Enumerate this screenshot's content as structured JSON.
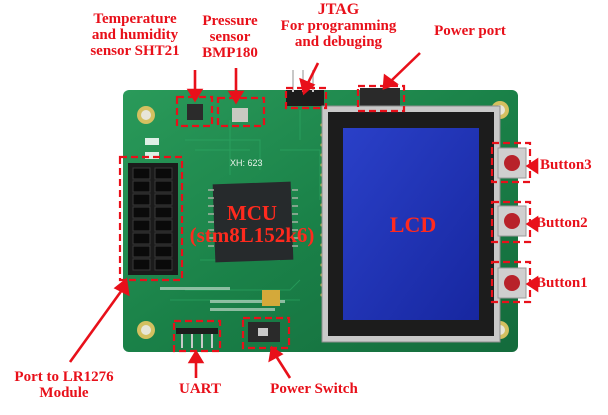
{
  "figure": {
    "labels": {
      "temperature": [
        "Temperature",
        "and humidity",
        "sensor SHT21"
      ],
      "pressure": [
        "Pressure",
        "sensor",
        "BMP180"
      ],
      "jtag": [
        "JTAG",
        "For programming",
        "and debuging"
      ],
      "power_port": "Power port",
      "button3": "Button3",
      "button2": "Button2",
      "button1": "Button1",
      "mcu": [
        "MCU",
        "(stm8L152k6)"
      ],
      "lcd": "LCD",
      "lr1276": [
        "Port to LR1276",
        "Module"
      ],
      "uart": "UART",
      "power_switch": "Power Switch"
    },
    "silkscreen": {
      "board_id": "XH: 623"
    },
    "colors": {
      "label": "#e8101a",
      "pcb": "#1d8a4e",
      "lcd_screen": "#1f33b8"
    }
  }
}
